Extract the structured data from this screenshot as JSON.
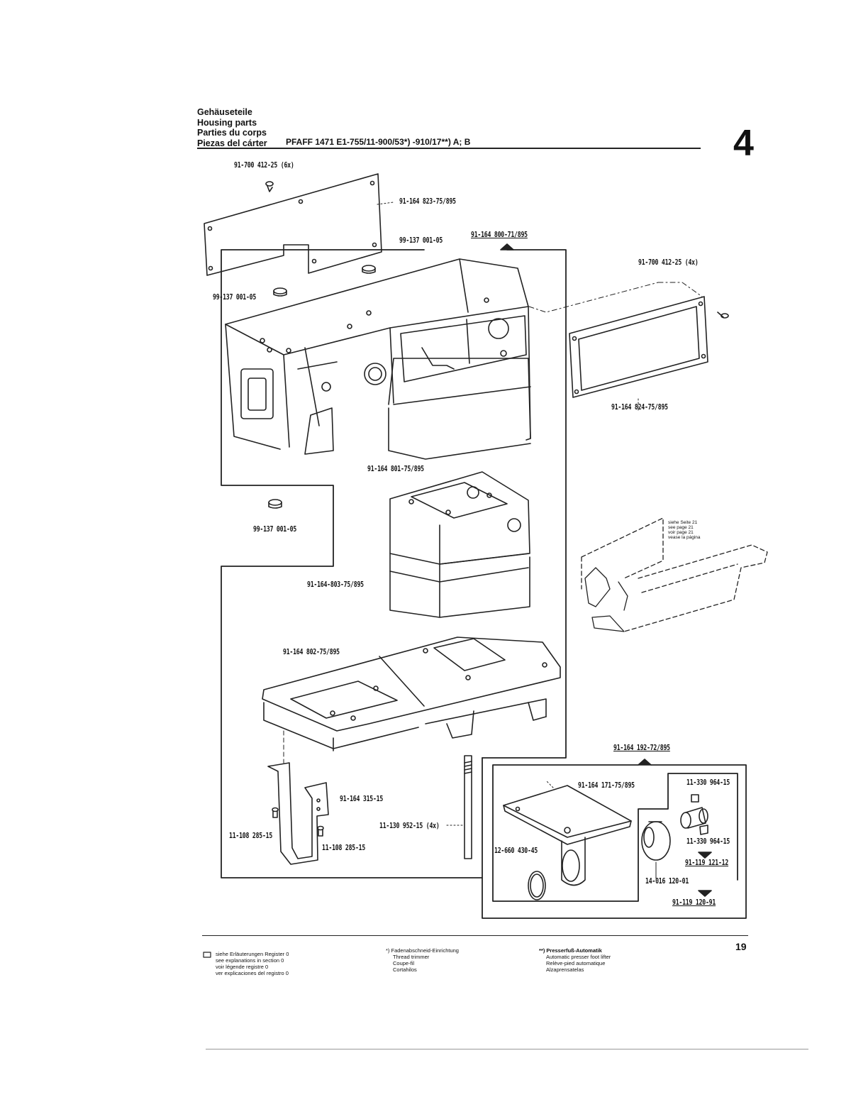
{
  "header": {
    "title_de": "Gehäuseteile",
    "title_en": "Housing parts",
    "title_fr": "Parties du corps",
    "title_es": "Piezas del cárter",
    "model": "PFAFF 1471 E1-755/11-900/53*) -910/17**) A; B"
  },
  "section_number": "4",
  "page_number": "19",
  "parts": {
    "screw_6x": "91-700 412-25 (6x)",
    "cover_plate": "91-164 823-75/895",
    "plug_top": "99-137 001-05",
    "housing_assy": "91-164 800-71/895",
    "screw_4x": "91-700 412-25 (4x)",
    "plug_left": "99-137 001-05",
    "side_cover": "91-164 824-75/895",
    "upper_cover": "91-164 801-75/895",
    "plug_bottom": "99-137 001-05",
    "middle_cover": "91-164-803-75/895",
    "base_plate": "91-164 802-75/895",
    "bracket": "91-164 315-15",
    "screw_left": "11-108 285-15",
    "screw_right": "11-108 285-15",
    "stud": "11-130 952-15 (4x)",
    "lifter_assy": "91-164 192-72/895",
    "lifter_plate": "91-164 171-75/895",
    "set_screw_a": "11-330 964-15",
    "set_screw_b": "11-330 964-15",
    "ring": "12-660 430-45",
    "bushing": "91-119 121-12",
    "bearing": "14-016 120-01",
    "bearing_assy": "91-119 120-91"
  },
  "see_page": [
    "siehe Seite 21",
    "see page 21",
    "voir page 21",
    "vease la página"
  ],
  "footnotes": {
    "box_note": [
      "siehe Erläuterungen Register 0",
      "see explanations in section 0",
      "voir légende registre 0",
      "ver explicaciones del registro 0"
    ],
    "thread_trimmer": [
      "*) Fadenabschneid-Einrichtung",
      "Thread trimmer",
      "Coupe-fil",
      "Cortahilos"
    ],
    "presser_lifter": [
      "**) Presserfuß-Automatik",
      "Automatic presser foot lifter",
      "Relève-pied automatique",
      "Alzaprensatelas"
    ]
  }
}
